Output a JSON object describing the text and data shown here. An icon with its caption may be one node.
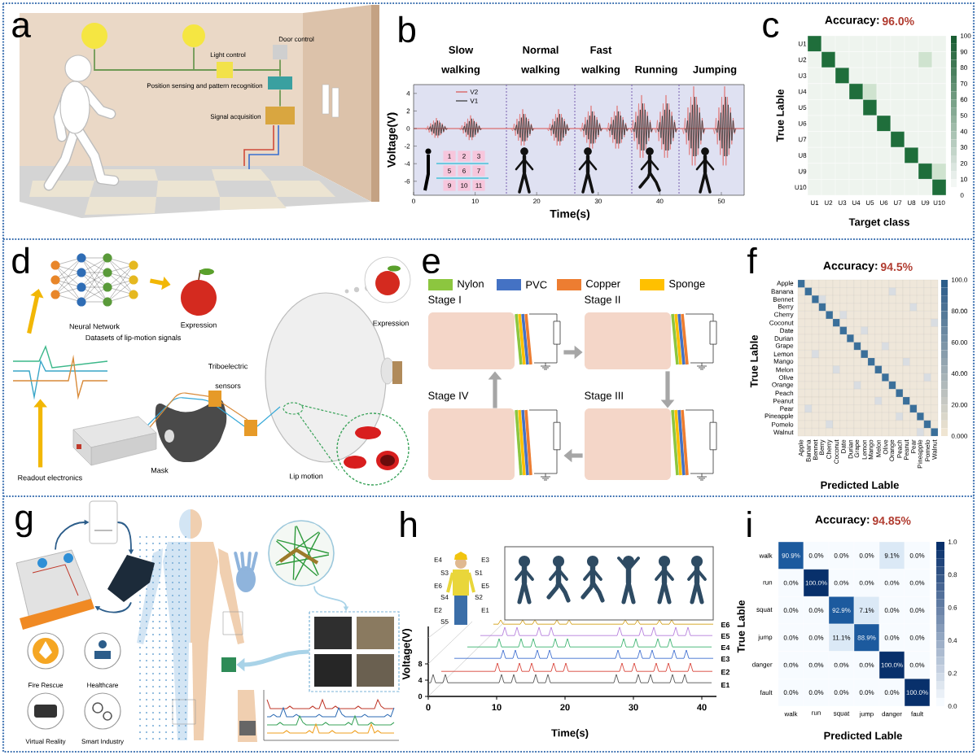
{
  "diagram": {
    "nodes": [
      {
        "text": [],
        "shape": "circle"
      },
      {
        "text": [],
        "shape": "circle"
      },
      {
        "text": [],
        "shape": "box",
        "beside": [
          "Light control"
        ]
      },
      {
        "text": [],
        "shape": "box",
        "beside": [
          "Door control"
        ]
      },
      {
        "text": [],
        "shape": "box",
        "beside": [
          "Position sensing and pattern recognition"
        ]
      },
      {
        "text": [],
        "shape": "box",
        "beside": [
          "Signal acquisition"
        ]
      },
      {
        "text": [
          "Neural Network"
        ]
      },
      {
        "text": [
          "Expression"
        ]
      },
      {
        "text": [
          "Datasets of lip-motion signals"
        ]
      },
      {
        "text": [
          "Readout electronics"
        ]
      },
      {
        "text": [
          "Stage I"
        ]
      },
      {
        "text": [
          "Stage II"
        ]
      },
      {
        "text": [
          "Stage III"
        ]
      },
      {
        "text": [
          "Stage IV"
        ]
      },
      {
        "text": [],
        "shape": "picture"
      },
      {
        "text": [],
        "shape": "picture"
      },
      {
        "text": [],
        "shape": "picture"
      },
      {
        "text": [],
        "shape": "picture"
      },
      {
        "text": [],
        "shape": "picture"
      },
      {
        "text": [],
        "shape": "box"
      }
    ],
    "edges": [
      {
        "from": 0,
        "to": 2,
        "arrow": "none"
      },
      {
        "from": 1,
        "to": 2,
        "arrow": "none"
      },
      {
        "from": 2,
        "to": 4,
        "arrow": "none"
      },
      {
        "from": 3,
        "to": 4,
        "arrow": "none"
      },
      {
        "from": 5,
        "to": 4,
        "arrow": "none"
      },
      {
        "from": 8,
        "to": 6,
        "arrow": "to",
        "style": "thick",
        "color": "#f2b705"
      },
      {
        "from": 6,
        "to": 7,
        "arrow": "to",
        "style": "thick",
        "color": "#f2b705"
      },
      {
        "from": 9,
        "to": 8,
        "arrow": "to",
        "style": "thick",
        "color": "#f2b705"
      },
      {
        "from": 10,
        "to": 11,
        "arrow": "to",
        "style": "thick",
        "color": "#a6a6a6"
      },
      {
        "from": 11,
        "to": 12,
        "arrow": "to",
        "style": "thick",
        "color": "#a6a6a6"
      },
      {
        "from": 12,
        "to": 13,
        "arrow": "to",
        "style": "thick",
        "color": "#a6a6a6"
      },
      {
        "from": 13,
        "to": 10,
        "arrow": "to",
        "style": "thick",
        "color": "#a6a6a6"
      },
      {
        "from": 14,
        "to": 15,
        "arrow": "to",
        "color": "#2c5d8a"
      },
      {
        "from": 15,
        "to": 16,
        "arrow": "to",
        "color": "#2c5d8a"
      },
      {
        "from": 16,
        "to": 14,
        "arrow": "to",
        "color": "#2c5d8a"
      },
      {
        "from": 17,
        "to": 18,
        "arrow": "to",
        "color": "#a9d3e8"
      },
      {
        "from": 18,
        "to": 19,
        "arrow": "to",
        "style": "thick",
        "color": "#a9d3e8"
      }
    ],
    "labels": [
      "a",
      "b",
      "Slow walking",
      "Normal walking",
      "Fast walking",
      "Running",
      "Jumping",
      "4",
      "2",
      "0",
      "-2",
      "-4",
      "-6",
      "Voltage(V)",
      "0",
      "10",
      "20",
      "30",
      "40",
      "50",
      "Time(s)",
      "1",
      "2",
      "3",
      "5",
      "6",
      "7",
      "9",
      "10",
      "11",
      "c",
      "Accuracy:",
      "96.0%",
      "U1",
      "U2",
      "U3",
      "U4",
      "U5",
      "U6",
      "U7",
      "U8",
      "U9",
      "U10",
      "U1",
      "U2",
      "U3",
      "U4",
      "U5",
      "U6",
      "U7",
      "U8",
      "U9",
      "U10",
      "100",
      "90",
      "80",
      "70",
      "60",
      "50",
      "40",
      "30",
      "20",
      "10",
      "0",
      "True Lable",
      "Target class",
      "d",
      "Expression",
      "Triboelectric sensors",
      "Mask",
      "Lip motion",
      "e",
      "f",
      "Accuracy:",
      "94.5%",
      "Apple",
      "Banana",
      "Bennet",
      "Berry",
      "Cherry",
      "Coconut",
      "Date",
      "Durian",
      "Grape",
      "Lemon",
      "Mango",
      "Melon",
      "Olive",
      "Orange",
      "Peach",
      "Peanut",
      "Pear",
      "Pineapple",
      "Pomelo",
      "Walnut",
      "Apple",
      "Banana",
      "Bennet",
      "Berry",
      "Cherry",
      "Coconut",
      "Date",
      "Durian",
      "Grape",
      "Lemon",
      "Mango",
      "Melon",
      "Olive",
      "Orange",
      "Peach",
      "Peanut",
      "Pear",
      "Pineapple",
      "Pomelo",
      "Walnut",
      "100.0",
      "80.00",
      "60.00",
      "40.00",
      "20.00",
      "0.000",
      "True Lable",
      "Predicted Lable",
      "g",
      "Fire Rescue",
      "Healthcare",
      "Virtual Reality",
      "Smart Industry",
      "h",
      "E4",
      "S3",
      "E6",
      "S4",
      "E2",
      "S5",
      "E3",
      "S1",
      "E5",
      "S2",
      "E1",
      "Voltage(V)",
      "0",
      "4",
      "8",
      "0",
      "10",
      "20",
      "30",
      "40",
      "Time(s)",
      "E6",
      "E5",
      "E4",
      "E3",
      "E2",
      "E1",
      "i",
      "Accuracy:",
      "94.85%",
      "walk",
      "run",
      "squat",
      "jump",
      "danger",
      "fault",
      "90.9%",
      "0.0%",
      "0.0%",
      "0.0%",
      "9.1%",
      "0.0%",
      "0.0%",
      "100.0%",
      "0.0%",
      "0.0%",
      "0.0%",
      "0.0%",
      "0.0%",
      "0.0%",
      "92.9%",
      "7.1%",
      "0.0%",
      "0.0%",
      "0.0%",
      "0.0%",
      "11.1%",
      "88.9%",
      "0.0%",
      "0.0%",
      "0.0%",
      "0.0%",
      "0.0%",
      "0.0%",
      "100.0%",
      "0.0%",
      "0.0%",
      "0.0%",
      "0.0%",
      "0.0%",
      "0.0%",
      "100.0%",
      "walk",
      "run",
      "squat",
      "jump",
      "danger",
      "fault",
      "1.0",
      "0.8",
      "0.6",
      "0.4",
      "0.2",
      "0.0",
      "True Lable",
      "Predicted Lable"
    ],
    "legend": [
      {
        "text": "V2"
      },
      {
        "text": "V1"
      },
      {
        "text": "Nylon",
        "color": "#8cc63f"
      },
      {
        "text": "PVC",
        "color": "#4472c4"
      },
      {
        "text": "Copper",
        "color": "#ed7d31"
      },
      {
        "text": "Sponge",
        "color": "#ffc000"
      }
    ]
  }
}
